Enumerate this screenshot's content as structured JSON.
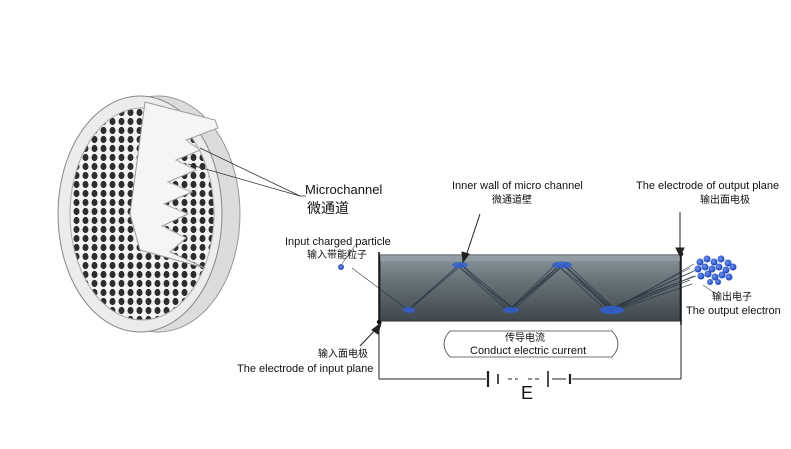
{
  "labels": {
    "microchannel_en": "Microchannel",
    "microchannel_cn": "微通道",
    "inner_wall_en": "Inner wall of micro channel",
    "inner_wall_cn": "微通道壁",
    "output_electrode_en": "The electrode of output plane",
    "output_electrode_cn": "输出面电极",
    "input_particle_en": "Input charged particle",
    "input_particle_cn": "输入带能粒子",
    "output_electron_cn": "输出电子",
    "output_electron_en": "The output electron",
    "current_cn": "传导电流",
    "current_en": "Conduct electric current",
    "input_electrode_cn": "输入面电极",
    "input_electrode_en": "The electrode of input plane",
    "voltage_symbol": "E"
  },
  "colors": {
    "channel_body": "#5f6b73",
    "particle": "#2f5fd6",
    "line": "#222222"
  }
}
